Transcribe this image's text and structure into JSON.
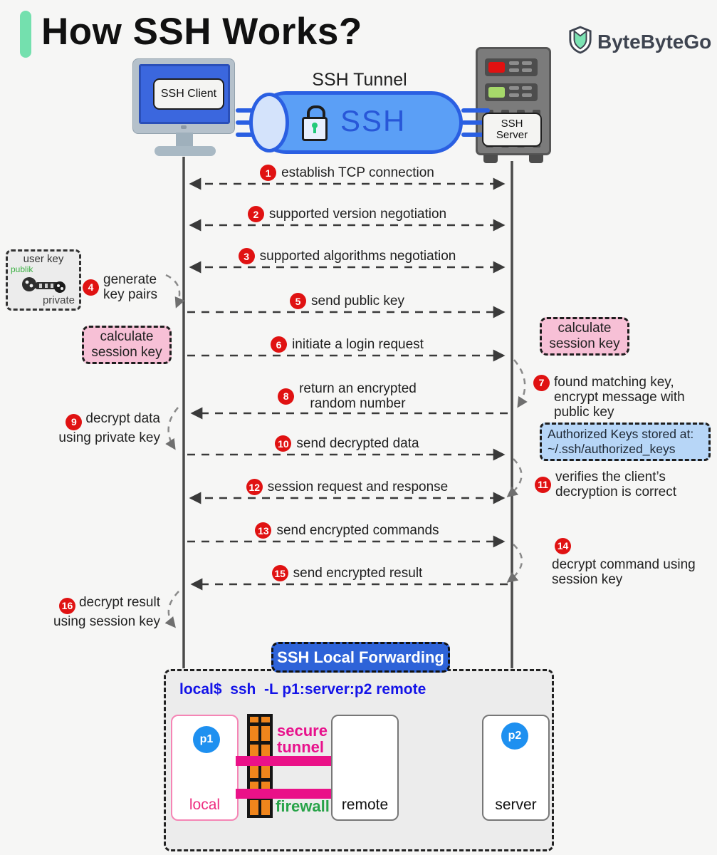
{
  "header": {
    "title": "How SSH Works?",
    "brand": "ByteByteGo"
  },
  "actors": {
    "client_label": "SSH Client",
    "server_label_line1": "SSH",
    "server_label_line2": "Server"
  },
  "tunnel": {
    "caption": "SSH Tunnel",
    "text": "SSH"
  },
  "messages": [
    {
      "num": "1",
      "text": "establish TCP connection",
      "direction": "both"
    },
    {
      "num": "2",
      "text": "supported version negotiation",
      "direction": "both"
    },
    {
      "num": "3",
      "text": "supported algorithms negotiation",
      "direction": "both"
    },
    {
      "num": "5",
      "text": "send public key",
      "direction": "right"
    },
    {
      "num": "6",
      "text": "initiate a login request",
      "direction": "right"
    },
    {
      "num": "8",
      "line1": "return an encrypted",
      "line2": "random number",
      "direction": "left"
    },
    {
      "num": "10",
      "text": "send decrypted data",
      "direction": "right"
    },
    {
      "num": "12",
      "text": "session request and response",
      "direction": "both"
    },
    {
      "num": "13",
      "text": "send encrypted commands",
      "direction": "right"
    },
    {
      "num": "15",
      "text": "send encrypted result",
      "direction": "left"
    }
  ],
  "notes": {
    "generate_keys": {
      "num": "4",
      "line1": "generate",
      "line2": "key pairs"
    },
    "found_key": {
      "num": "7",
      "line1": "found matching key,",
      "line2": "encrypt message with",
      "line3": "public key"
    },
    "decrypt_data": {
      "num": "9",
      "line1": "decrypt data",
      "line2": "using private key"
    },
    "verifies": {
      "num": "11",
      "line1": "verifies the client’s",
      "line2": "decryption is correct"
    },
    "decrypt_cmd": {
      "num": "14",
      "line1": "decrypt command using",
      "line2": "session key"
    },
    "decrypt_result": {
      "num": "16",
      "line1": "decrypt result",
      "line2": "using session key"
    }
  },
  "boxes": {
    "user_key": {
      "title": "user key",
      "public_label": "publik",
      "private_label": "private"
    },
    "calc_left": {
      "line1": "calculate",
      "line2": "session key"
    },
    "calc_right": {
      "line1": "calculate",
      "line2": "session key"
    },
    "authorized": {
      "line1": "Authorized Keys stored at:",
      "line2": "~/.ssh/authorized_keys"
    }
  },
  "forwarding": {
    "title": "SSH Local Forwarding",
    "command": "local$  ssh  -L p1:server:p2 remote",
    "p1": "p1",
    "p2": "p2",
    "local_label": "local",
    "remote_label": "remote",
    "server_label": "server",
    "secure_tunnel_line1": "secure",
    "secure_tunnel_line2": "tunnel",
    "firewall_label": "firewall"
  },
  "colors": {
    "accent_green": "#74e0ae",
    "badge_red": "#e01212",
    "tunnel_blue": "#5b9ff6",
    "tunnel_border": "#2a5fe2",
    "pink_box": "#f7c0d6",
    "blue_note": "#b7d6f7",
    "forwarding_blue": "#2e63d8",
    "magenta": "#ea1188",
    "port_blue": "#1e90f0",
    "firewall_orange": "#f0851c",
    "firewall_green": "#27a348",
    "local_pink": "#ee2c80",
    "command_blue": "#1313e8"
  }
}
